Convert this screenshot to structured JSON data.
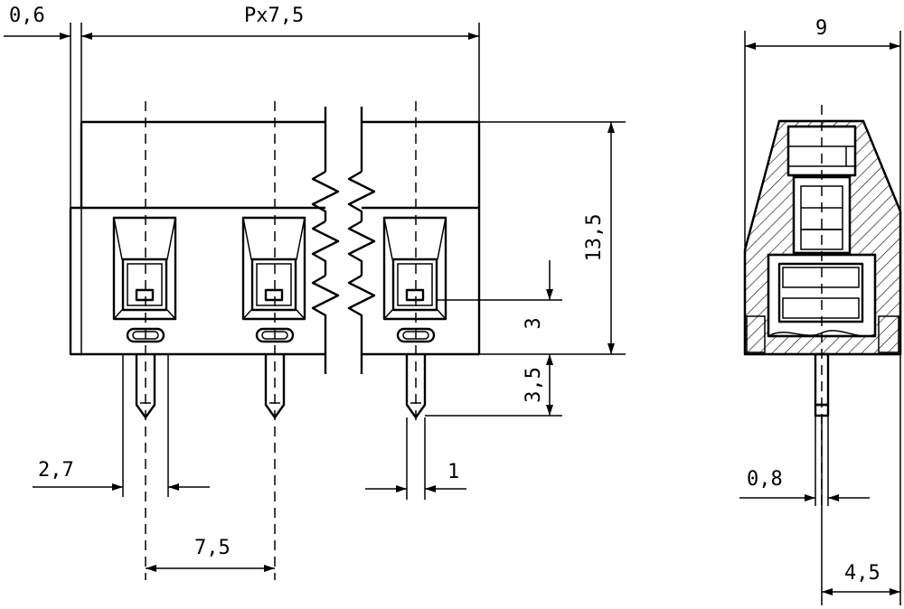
{
  "dimensions": {
    "pin_offset": "0,6",
    "pitch_total": "Px7,5",
    "side_width": "9",
    "height": "13,5",
    "pin_to_slot": "3",
    "pin_protrusion": "3,5",
    "pin_width": "2,7",
    "pin_thickness": "1",
    "pitch": "7,5",
    "side_pin": "0,8",
    "side_half": "4,5"
  },
  "colors": {
    "line": "#000000",
    "background": "#ffffff"
  }
}
